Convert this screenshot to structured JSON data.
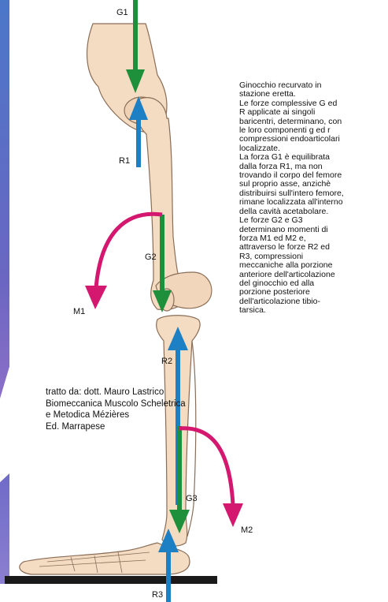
{
  "labels": {
    "g1": "G1",
    "r1": "R1",
    "g2": "G2",
    "m1": "M1",
    "r2": "R2",
    "g3": "G3",
    "m2": "M2",
    "r3": "R3"
  },
  "caption_lines": [
    "Ginocchio recurvato in",
    "stazione eretta.",
    "Le forze complessive G ed",
    "R applicate ai singoli",
    "baricentri, determinano, con",
    "le loro componenti g ed r",
    "compressioni endoarticolari",
    "localizzate.",
    "La forza G1 è equilibrata",
    "dalla forza  R1, ma non",
    "trovando il corpo del femore",
    "sul proprio asse, anzichè",
    "distribuirsi sull'intero femore,",
    "rimane localizzata all'interno",
    "della cavità acetabolare.",
    " Le forze G2 e G3",
    "determinano momenti di",
    "forza M1 ed M2 e,",
    "attraverso le forze R2 ed",
    "R3, compressioni",
    "meccaniche alla porzione",
    "anteriore dell'articolazione",
    "del ginocchio ed alla",
    "porzione posteriore",
    "dell'articolazione tibio-",
    "tarsica."
  ],
  "credit_lines": [
    "tratto da: dott. Mauro Lastrico",
    "Biomeccanica Muscolo Scheletrica",
    "e Metodica Mézières",
    "Ed. Marrapese"
  ],
  "colors": {
    "green_force": "#1e8f3a",
    "blue_force": "#1d7fc4",
    "magenta_moment": "#d4186f",
    "bone": "#f4dcc2",
    "bone_outline": "#8a6d57",
    "ground": "#1a1a1a"
  }
}
